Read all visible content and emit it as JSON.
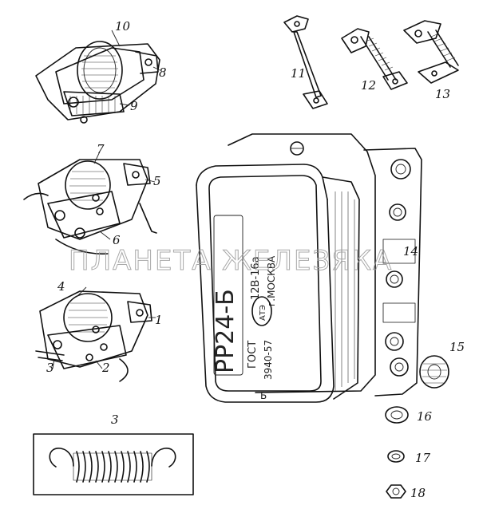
{
  "labels": {
    "l1": "1",
    "l2": "2",
    "l3": "3",
    "l4": "4",
    "l5": "5",
    "l6": "6",
    "l7": "7",
    "l8": "8",
    "l9": "9",
    "l10": "10",
    "l11": "11",
    "l12": "12",
    "l13": "13",
    "l14": "14",
    "l15": "15",
    "l16": "16",
    "l17": "17",
    "l18": "18",
    "spring_caption": "3"
  },
  "relay_marking": {
    "model": "PP24-Б",
    "rating": "12В-16а",
    "maker": "г.МОСКВА",
    "logo": "АТЭ",
    "standard": "ГОСТ",
    "standard_no": "3940-57",
    "letter": "Б"
  },
  "watermark": "ПЛАНЕТА ЖЕЛЕЗЯКА"
}
